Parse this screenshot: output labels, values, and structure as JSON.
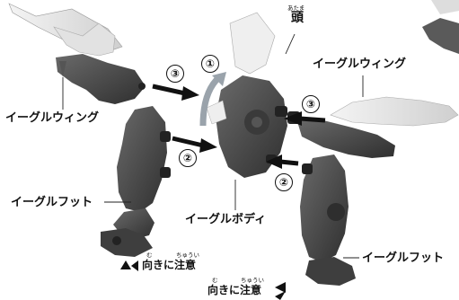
{
  "diagram": {
    "callouts": {
      "head_ruby": "あたま",
      "head": "頭",
      "wing_right": "イーグルウィング",
      "wing_left": "イーグルウィング",
      "foot_left": "イーグルフット",
      "body": "イーグルボディ",
      "foot_right": "イーグルフット"
    },
    "orientation_notes": [
      {
        "ruby_mu": "む",
        "ruby_chuui": "ちゅうい",
        "text": "向きに注意"
      },
      {
        "ruby_mu": "む",
        "ruby_chuui": "ちゅうい",
        "text": "向きに注意"
      }
    ],
    "step_markers": {
      "head_step": "①",
      "left_wing_step": "③",
      "right_wing_step": "③",
      "left_foot_step": "②",
      "right_foot_step": "②"
    },
    "colors": {
      "part_dark": "#4a4a4a",
      "part_light": "#e8e8e8",
      "arrow": "#111111",
      "rotate_arrow": "#9aa3ab"
    }
  }
}
